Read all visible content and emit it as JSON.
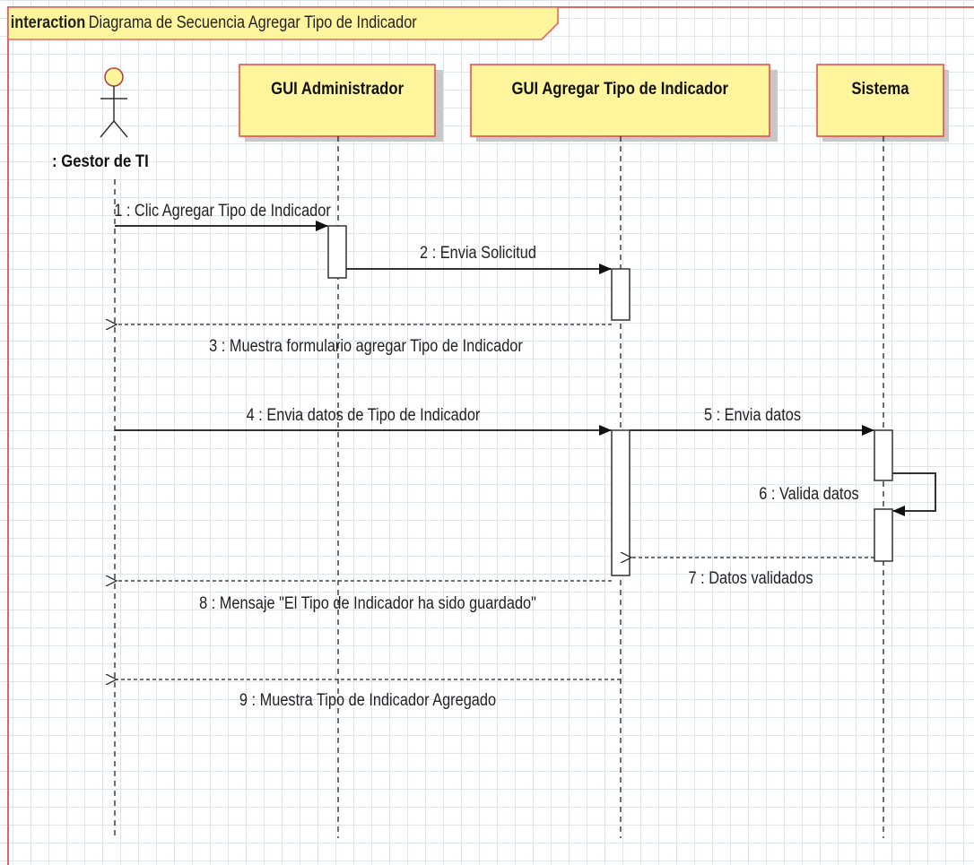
{
  "frame": {
    "keyword": "interaction",
    "title": "Diagrama de Secuencia Agregar Tipo de Indicador"
  },
  "actor": {
    "name": ": Gestor de TI"
  },
  "lifelines": {
    "gui_admin": "GUI Administrador",
    "gui_agregar": "GUI Agregar Tipo de Indicador",
    "sistema": "Sistema"
  },
  "messages": {
    "m1": "1 : Clic Agregar Tipo de Indicador",
    "m2": "2 : Envia Solicitud",
    "m3": "3 : Muestra formulario agregar Tipo de Indicador",
    "m4": "4 : Envia datos de Tipo de Indicador",
    "m5": "5 : Envia datos",
    "m6": "6 : Valida datos",
    "m7": "7 : Datos validados",
    "m8": "8 : Mensaje \"El Tipo de Indicador ha sido guardado\"",
    "m9": "9 : Muestra Tipo de Indicador Agregado"
  },
  "colors": {
    "frame_border": "#e06666",
    "lifeline_fill": "#fff59d",
    "lifeline_border": "#e35252",
    "shadow": "#c8c8c8",
    "line": "#333333"
  }
}
